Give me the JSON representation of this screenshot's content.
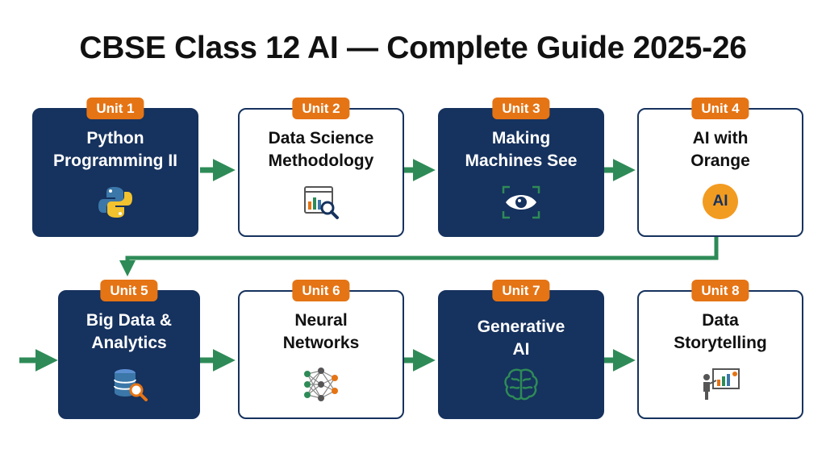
{
  "title": "CBSE Class 12 AI — Complete Guide 2025-26",
  "colors": {
    "dark_card": "#16325e",
    "badge": "#e57415",
    "arrow": "#2e8b57",
    "ai_badge": "#f29b21"
  },
  "units": [
    {
      "badge": "Unit 1",
      "label": "Python\nProgramming II",
      "icon": "python-logo-icon"
    },
    {
      "badge": "Unit 2",
      "label": "Data Science\nMethodology",
      "icon": "chart-magnifier-icon"
    },
    {
      "badge": "Unit 3",
      "label": "Making\nMachines See",
      "icon": "eye-scan-icon"
    },
    {
      "badge": "Unit 4",
      "label": "AI with\nOrange",
      "icon": "ai-badge-icon",
      "icon_text": "AI"
    },
    {
      "badge": "Unit 5",
      "label": "Big Data &\nAnalytics",
      "icon": "database-search-icon"
    },
    {
      "badge": "Unit 6",
      "label": "Neural\nNetworks",
      "icon": "neural-network-icon"
    },
    {
      "badge": "Unit 7",
      "label": "Generative\nAI",
      "icon": "brain-icon"
    },
    {
      "badge": "Unit 8",
      "label": "Data\nStorytelling",
      "icon": "presenter-chart-icon"
    }
  ]
}
